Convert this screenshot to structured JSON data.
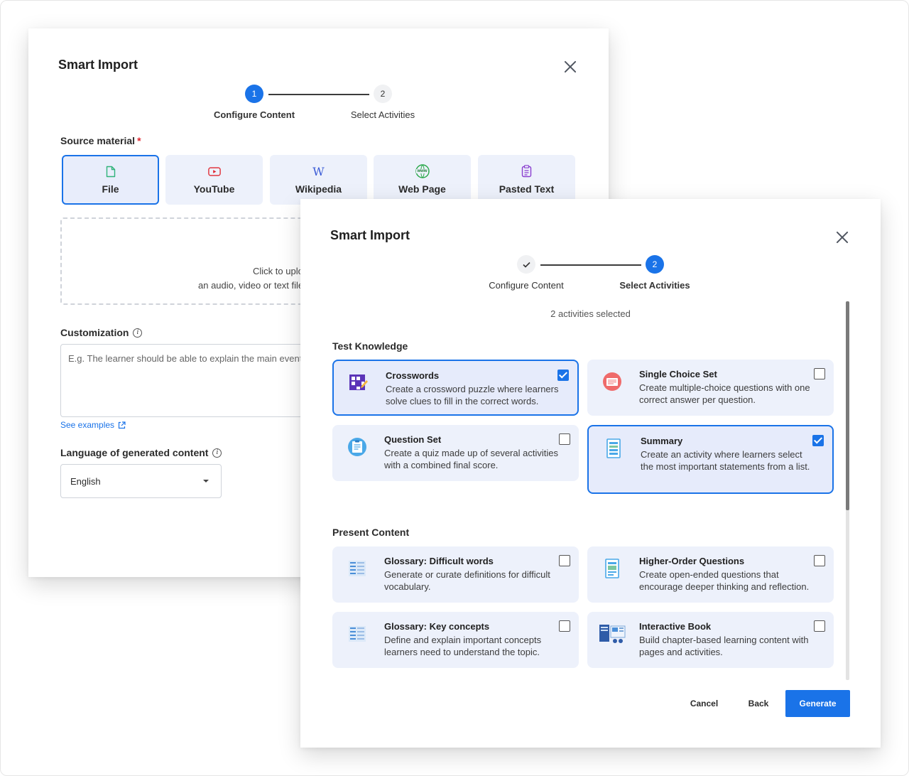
{
  "back_modal": {
    "title": "Smart Import",
    "steps": [
      {
        "number": "1",
        "label": "Configure Content"
      },
      {
        "number": "2",
        "label": "Select Activities"
      }
    ],
    "source_label": "Source material",
    "required_mark": "*",
    "sources": [
      {
        "label": "File",
        "icon": "file-icon"
      },
      {
        "label": "YouTube",
        "icon": "youtube-icon"
      },
      {
        "label": "Wikipedia",
        "icon": "wikipedia-icon",
        "glyph": "W"
      },
      {
        "label": "Web Page",
        "icon": "www-globe-icon",
        "glyph": "www"
      },
      {
        "label": "Pasted Text",
        "icon": "clipboard-icon"
      }
    ],
    "dropzone_line1": "Click to uplo",
    "dropzone_line2": "an audio, video or text file",
    "customization_label": "Customization",
    "customization_placeholder": "E.g. The learner should be able to explain the main events year olds.",
    "see_examples": "See examples",
    "language_label": "Language of generated content",
    "language_value": "English",
    "info_glyph": "i"
  },
  "front_modal": {
    "title": "Smart Import",
    "steps": [
      {
        "label": "Configure Content",
        "done": true
      },
      {
        "number": "2",
        "label": "Select Activities"
      }
    ],
    "selected_count": "2 activities selected",
    "groups": [
      {
        "label": "Test Knowledge",
        "activities": [
          {
            "title": "Crosswords",
            "desc": "Create a crossword puzzle where learners solve clues to fill in the correct words.",
            "checked": true,
            "icon": "crossword-icon"
          },
          {
            "title": "Single Choice Set",
            "desc": "Create multiple-choice questions with one correct answer per question.",
            "checked": false,
            "icon": "single-choice-icon"
          },
          {
            "title": "Question Set",
            "desc": "Create a quiz made up of several activities with a combined final score.",
            "checked": false,
            "icon": "question-set-icon"
          },
          {
            "title": "Summary",
            "desc": "Create an activity where learners select the most important statements from a list.",
            "checked": true,
            "icon": "summary-icon"
          }
        ]
      },
      {
        "label": "Present Content",
        "activities": [
          {
            "title": "Glossary: Difficult words",
            "desc": "Generate or curate definitions for difficult vocabulary.",
            "checked": false,
            "icon": "glossary-icon"
          },
          {
            "title": "Higher-Order Questions",
            "desc": "Create open-ended questions that encourage deeper thinking and reflection.",
            "checked": false,
            "icon": "higher-order-questions-icon"
          },
          {
            "title": "Glossary: Key concepts",
            "desc": "Define and explain important concepts learners need to understand the topic.",
            "checked": false,
            "icon": "glossary-icon"
          },
          {
            "title": "Interactive Book",
            "desc": "Build chapter-based learning content with pages and activities.",
            "checked": false,
            "icon": "interactive-book-icon"
          }
        ]
      }
    ],
    "buttons": {
      "cancel": "Cancel",
      "back": "Back",
      "generate": "Generate"
    }
  },
  "colors": {
    "accent": "#1a73e8",
    "card_bg": "#edf1fb",
    "required": "#e0262f"
  }
}
